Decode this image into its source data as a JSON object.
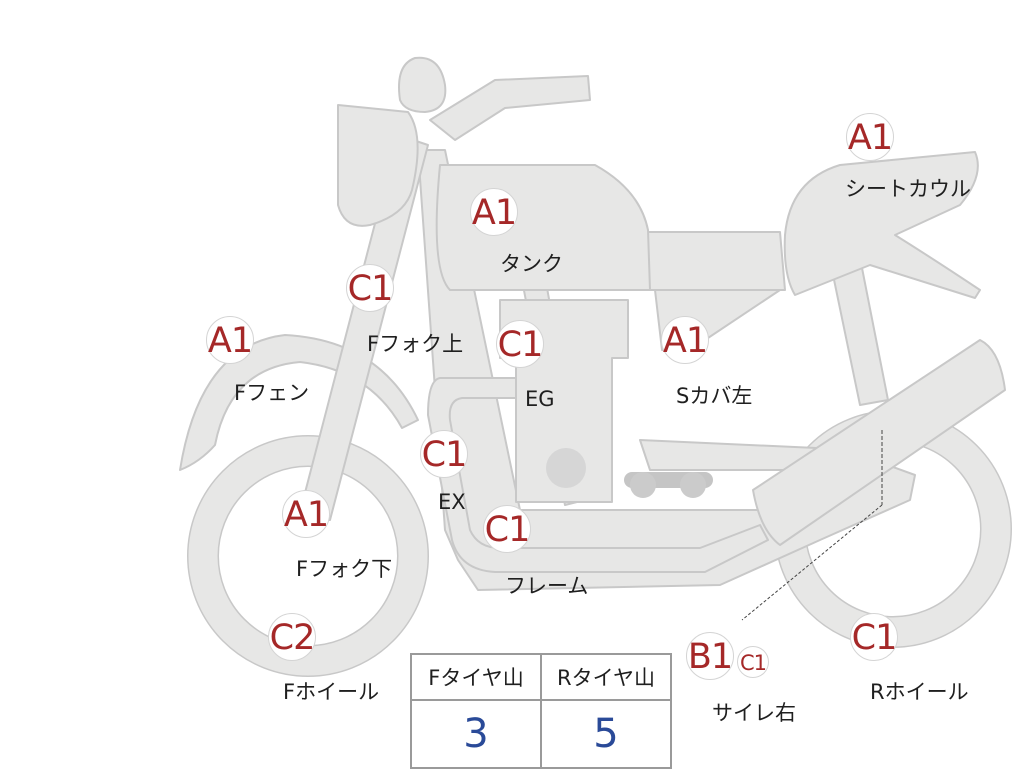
{
  "badges": {
    "seat_cowl": "A1",
    "tank": "A1",
    "f_fork_upper": "C1",
    "f_fender": "A1",
    "engine": "C1",
    "side_cover_left": "A1",
    "exhaust": "C1",
    "f_fork_lower": "A1",
    "frame": "C1",
    "f_wheel": "C2",
    "muffler_right": "B1",
    "muffler_right_sub": "C1",
    "r_wheel": "C1"
  },
  "labels": {
    "seat_cowl": "シートカウル",
    "tank": "タンク",
    "f_fork_upper": "Fフォク上",
    "f_fender": "Fフェン",
    "engine": "EG",
    "side_cover_left": "Sカバ左",
    "exhaust": "EX",
    "f_fork_lower": "Fフォク下",
    "frame": "フレーム",
    "f_wheel": "Fホイール",
    "muffler_right": "サイレ右",
    "r_wheel": "Rホイール"
  },
  "tire_table": {
    "headers": [
      "Fタイヤ山",
      "Rタイヤ山"
    ],
    "values": [
      "3",
      "5"
    ]
  },
  "colors": {
    "part_fill": "#e7e7e6",
    "part_stroke": "#c8c8c8",
    "grade_text": "#a52828",
    "tire_value_text": "#2a4a98"
  }
}
